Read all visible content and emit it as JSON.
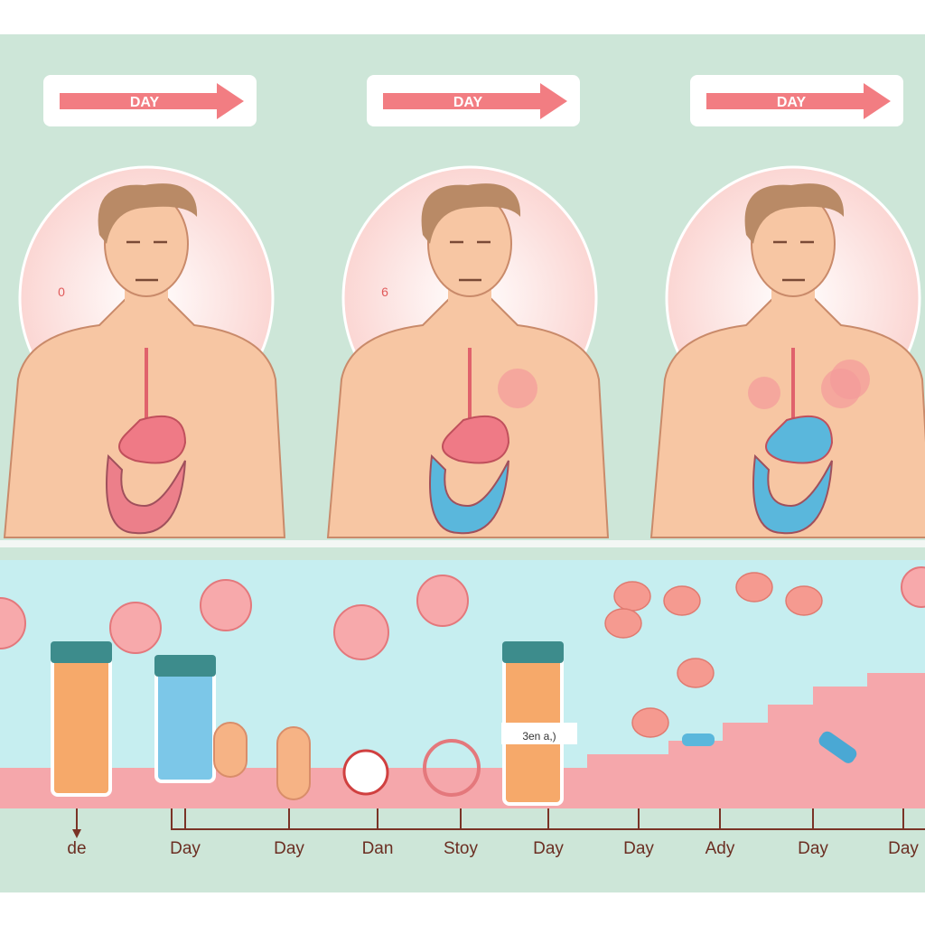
{
  "panels": [
    {
      "banner": "DAY",
      "badge": "0",
      "stomach": "#ef7a86",
      "intestine": "#ec7f8a",
      "rash": 0
    },
    {
      "banner": "DAY",
      "badge": "6",
      "stomach": "#ef7a86",
      "intestine": "#5ab7dc",
      "rash": 1
    },
    {
      "banner": "DAY",
      "badge": "",
      "stomach": "#5ab7dc",
      "intestine": "#5ab7dc",
      "rash": 2
    }
  ],
  "bottle_label": "3en a,)",
  "timeline": [
    "de",
    "Day",
    "Day",
    "Dan",
    "Stoy",
    "Day",
    "Day",
    "Ady",
    "Day",
    "Day"
  ],
  "colors": {
    "background": "#cde6d8",
    "band": "#c6eef0",
    "floor": "#f5a7ab",
    "arrow": "#f27d82",
    "skin": "#f7c6a3",
    "axis": "#7a3326"
  }
}
